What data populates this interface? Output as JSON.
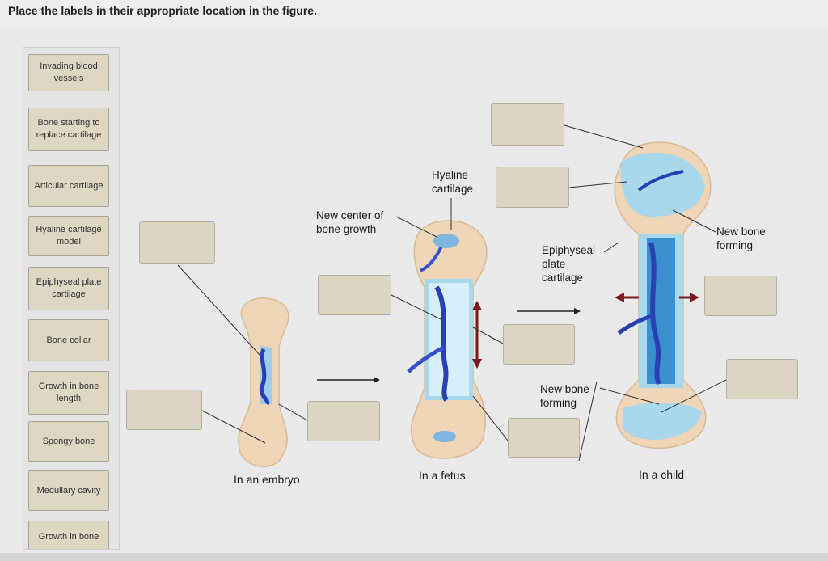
{
  "instruction": "Place the labels in their appropriate location in the figure.",
  "labels": [
    "Invading blood vessels",
    "Bone starting to replace cartilage",
    "Articular cartilage",
    "Hyaline cartilage model",
    "Epiphyseal plate cartilage",
    "Bone collar",
    "Growth in bone length",
    "Spongy bone",
    "Medullary cavity",
    "Growth in bone"
  ],
  "figure": {
    "hyaline_cartilage": "Hyaline\ncartilage",
    "new_center": "New center of\nbone growth",
    "epiphyseal_plate": "Epiphyseal\nplate\ncartilage",
    "new_bone_right": "New bone\nforming",
    "new_bone_mid": "New bone\nforming",
    "in_embryo": "In an embryo",
    "in_fetus": "In a fetus",
    "in_child": "In a child"
  },
  "colors": {
    "cartilage": "#efd6b8",
    "bone_light": "#a9d7ec",
    "bone_dark": "#3a8fcf",
    "vessel": "#2a3fb0",
    "arrow_red": "#7a1a1a",
    "drop_fill": "#dcd7c2",
    "card_fill": "#ddd8c4"
  }
}
